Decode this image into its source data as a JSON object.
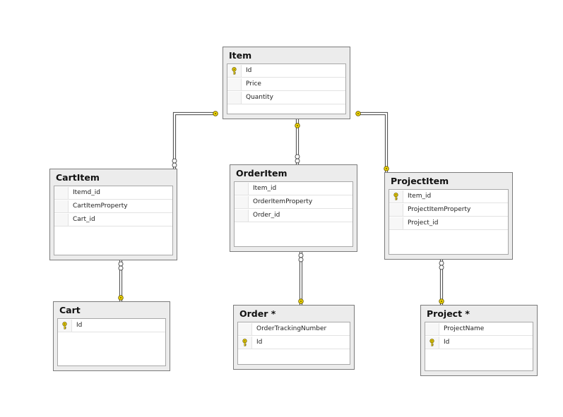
{
  "entities": [
    {
      "name": "item",
      "title": "Item",
      "columns": [
        {
          "label": "Id",
          "key": true
        },
        {
          "label": "Price",
          "key": false
        },
        {
          "label": "Quantity",
          "key": false
        }
      ]
    },
    {
      "name": "cartitem",
      "title": "CartItem",
      "columns": [
        {
          "label": "Itemd_id",
          "key": false
        },
        {
          "label": "CartItemProperty",
          "key": false
        },
        {
          "label": "Cart_id",
          "key": false
        }
      ]
    },
    {
      "name": "orderitem",
      "title": "OrderItem",
      "columns": [
        {
          "label": "Item_id",
          "key": false
        },
        {
          "label": "OrderItemProperty",
          "key": false
        },
        {
          "label": "Order_id",
          "key": false
        }
      ]
    },
    {
      "name": "projectitem",
      "title": "ProjectItem",
      "columns": [
        {
          "label": "Item_id",
          "key": true
        },
        {
          "label": "ProjectItemProperty",
          "key": false
        },
        {
          "label": "Project_id",
          "key": false
        }
      ]
    },
    {
      "name": "cart",
      "title": "Cart",
      "columns": [
        {
          "label": "Id",
          "key": true
        }
      ]
    },
    {
      "name": "order",
      "title": "Order *",
      "columns": [
        {
          "label": "OrderTrackingNumber",
          "key": false
        },
        {
          "label": "Id",
          "key": true
        }
      ]
    },
    {
      "name": "project",
      "title": "Project *",
      "columns": [
        {
          "label": "ProjectName",
          "key": false
        },
        {
          "label": "Id",
          "key": true
        }
      ]
    }
  ],
  "relationships": [
    {
      "from": "item",
      "to": "cartitem",
      "from_end": "one",
      "to_end": "many"
    },
    {
      "from": "item",
      "to": "orderitem",
      "from_end": "one",
      "to_end": "many"
    },
    {
      "from": "item",
      "to": "projectitem",
      "from_end": "one",
      "to_end": "one"
    },
    {
      "from": "cartitem",
      "to": "cart",
      "from_end": "many",
      "to_end": "one"
    },
    {
      "from": "orderitem",
      "to": "order",
      "from_end": "many",
      "to_end": "one"
    },
    {
      "from": "projectitem",
      "to": "project",
      "from_end": "many",
      "to_end": "one"
    }
  ]
}
